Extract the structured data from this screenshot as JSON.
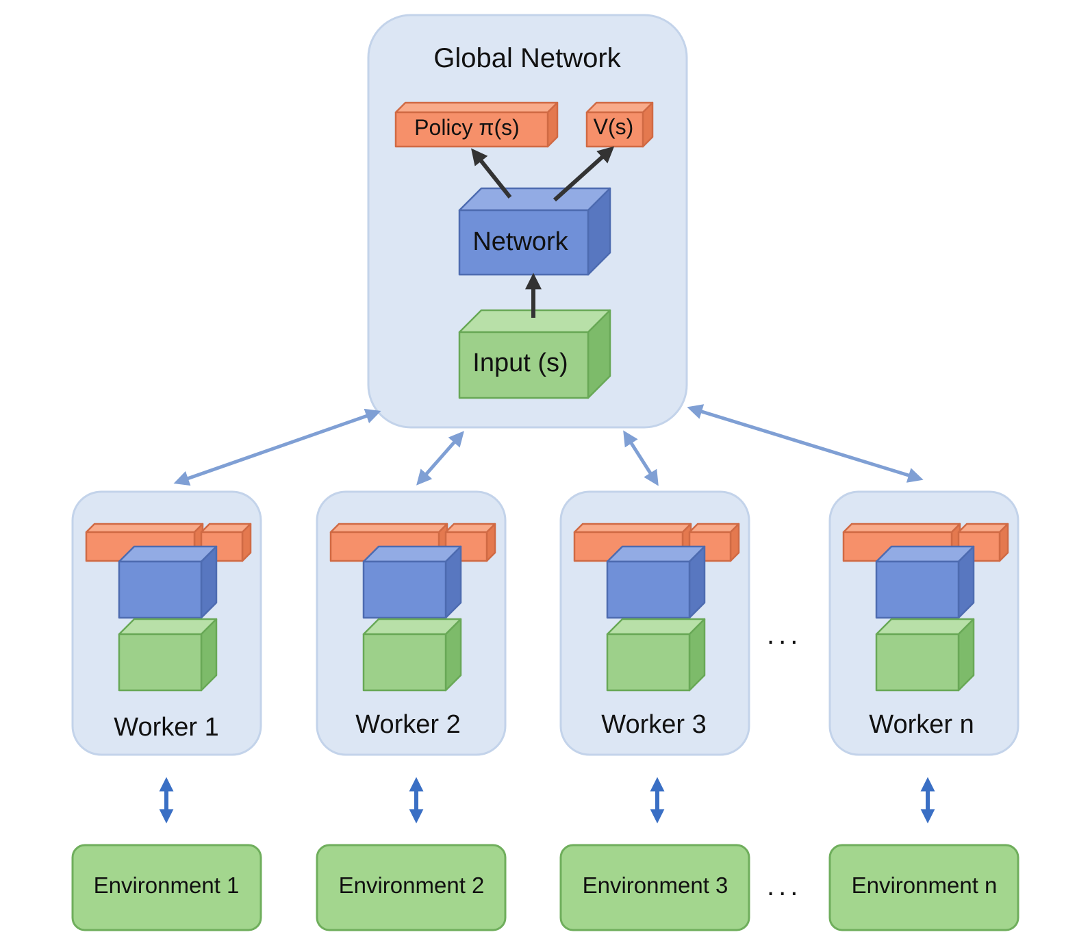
{
  "colors": {
    "panel_fill": "#dce6f4",
    "panel_stroke": "#c3d3ea",
    "orange_front": "#f6906a",
    "orange_top": "#f9ab8a",
    "orange_side": "#e4794f",
    "orange_stroke": "#d06a44",
    "blue_front": "#7090d8",
    "blue_top": "#92abe4",
    "blue_side": "#5877c0",
    "blue_stroke": "#4d6bb0",
    "green_front": "#9dd08a",
    "green_top": "#b8e0a8",
    "green_side": "#7dbb6a",
    "green_stroke": "#68a856",
    "env_fill": "#a3d68e",
    "env_stroke": "#6fae5c",
    "dark_arrow": "#333333",
    "light_arrow": "#7f9fd4",
    "blue_arrow": "#3a6fc4"
  },
  "global_network": {
    "title": "Global Network",
    "policy_label": "Policy π(s)",
    "value_label": "V(s)",
    "network_label": "Network",
    "input_label": "Input (s)"
  },
  "workers": [
    {
      "label": "Worker 1",
      "environment": "Environment 1"
    },
    {
      "label": "Worker 2",
      "environment": "Environment 2"
    },
    {
      "label": "Worker 3",
      "environment": "Environment 3"
    },
    {
      "label": "Worker n",
      "environment": "Environment n"
    }
  ],
  "ellipsis": "..."
}
